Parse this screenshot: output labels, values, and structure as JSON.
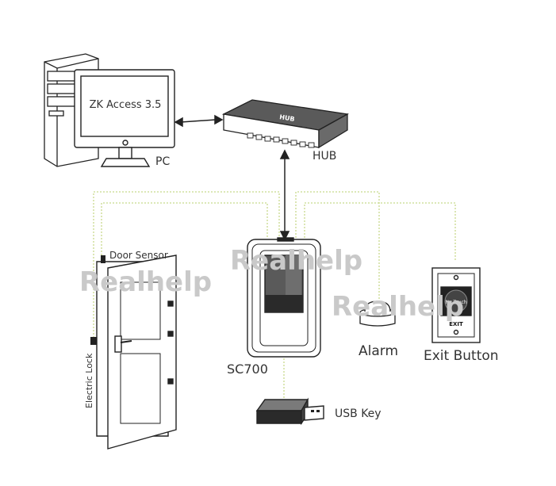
{
  "labels": {
    "software": "ZK Access 3.5",
    "pc": "PC",
    "hub": "HUB",
    "hub_plate": "HUB",
    "door_sensor": "Door Sensor",
    "electric_lock": "Electric Lock",
    "device": "SC700",
    "alarm": "Alarm",
    "exit_button": "Exit Button",
    "no_touch": "No Touch",
    "exit": "EXIT",
    "usb_key": "USB Key"
  },
  "watermarks": [
    "Realhelp",
    "Realhelp",
    "Realhelp"
  ],
  "colors": {
    "wire": "#c8d98c",
    "line": "#222222",
    "gray": "#5a5a5a",
    "label": "#333333"
  }
}
